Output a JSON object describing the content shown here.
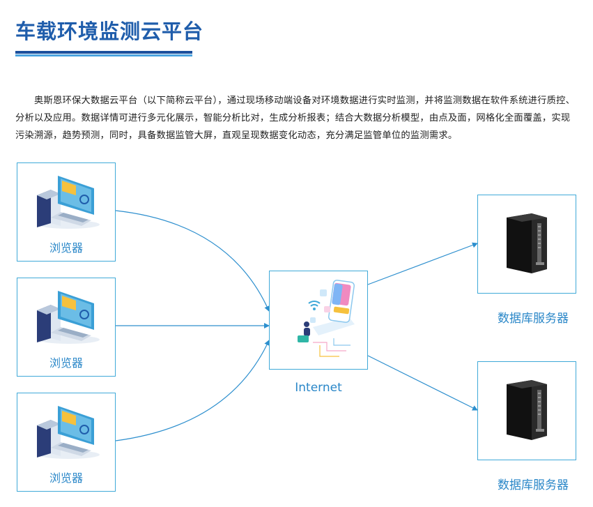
{
  "page": {
    "title": "车载环境监测云平台",
    "intro": "奥斯恩环保大数据云平台（以下简称云平台），通过现场移动端设备对环境数据进行实时监测，并将监测数据在软件系统进行质控、分析以及应用。数据详情可进行多元化展示，智能分析比对，生成分析报表；结合大数据分析模型，由点及面，网格化全面覆盖，实现污染溯源，趋势预测，同时，具备数据监管大屏，直观呈现数据变化动态，充分满足监管单位的监测需求。"
  },
  "diagram": {
    "browsers": [
      {
        "label": "浏览器",
        "icon": "desktop-computer-icon"
      },
      {
        "label": "浏览器",
        "icon": "desktop-computer-icon"
      },
      {
        "label": "浏览器",
        "icon": "desktop-computer-icon"
      }
    ],
    "hub": {
      "label": "Internet",
      "icon": "cloud-network-illustration"
    },
    "servers": [
      {
        "label": "数据库服务器",
        "icon": "server-tower-icon"
      },
      {
        "label": "数据库服务器",
        "icon": "server-tower-icon"
      }
    ],
    "colors": {
      "title": "#1f5dab",
      "accent": "#2a87c8",
      "box_border": "#3fa9d8",
      "connector": "#2d8fce"
    }
  }
}
